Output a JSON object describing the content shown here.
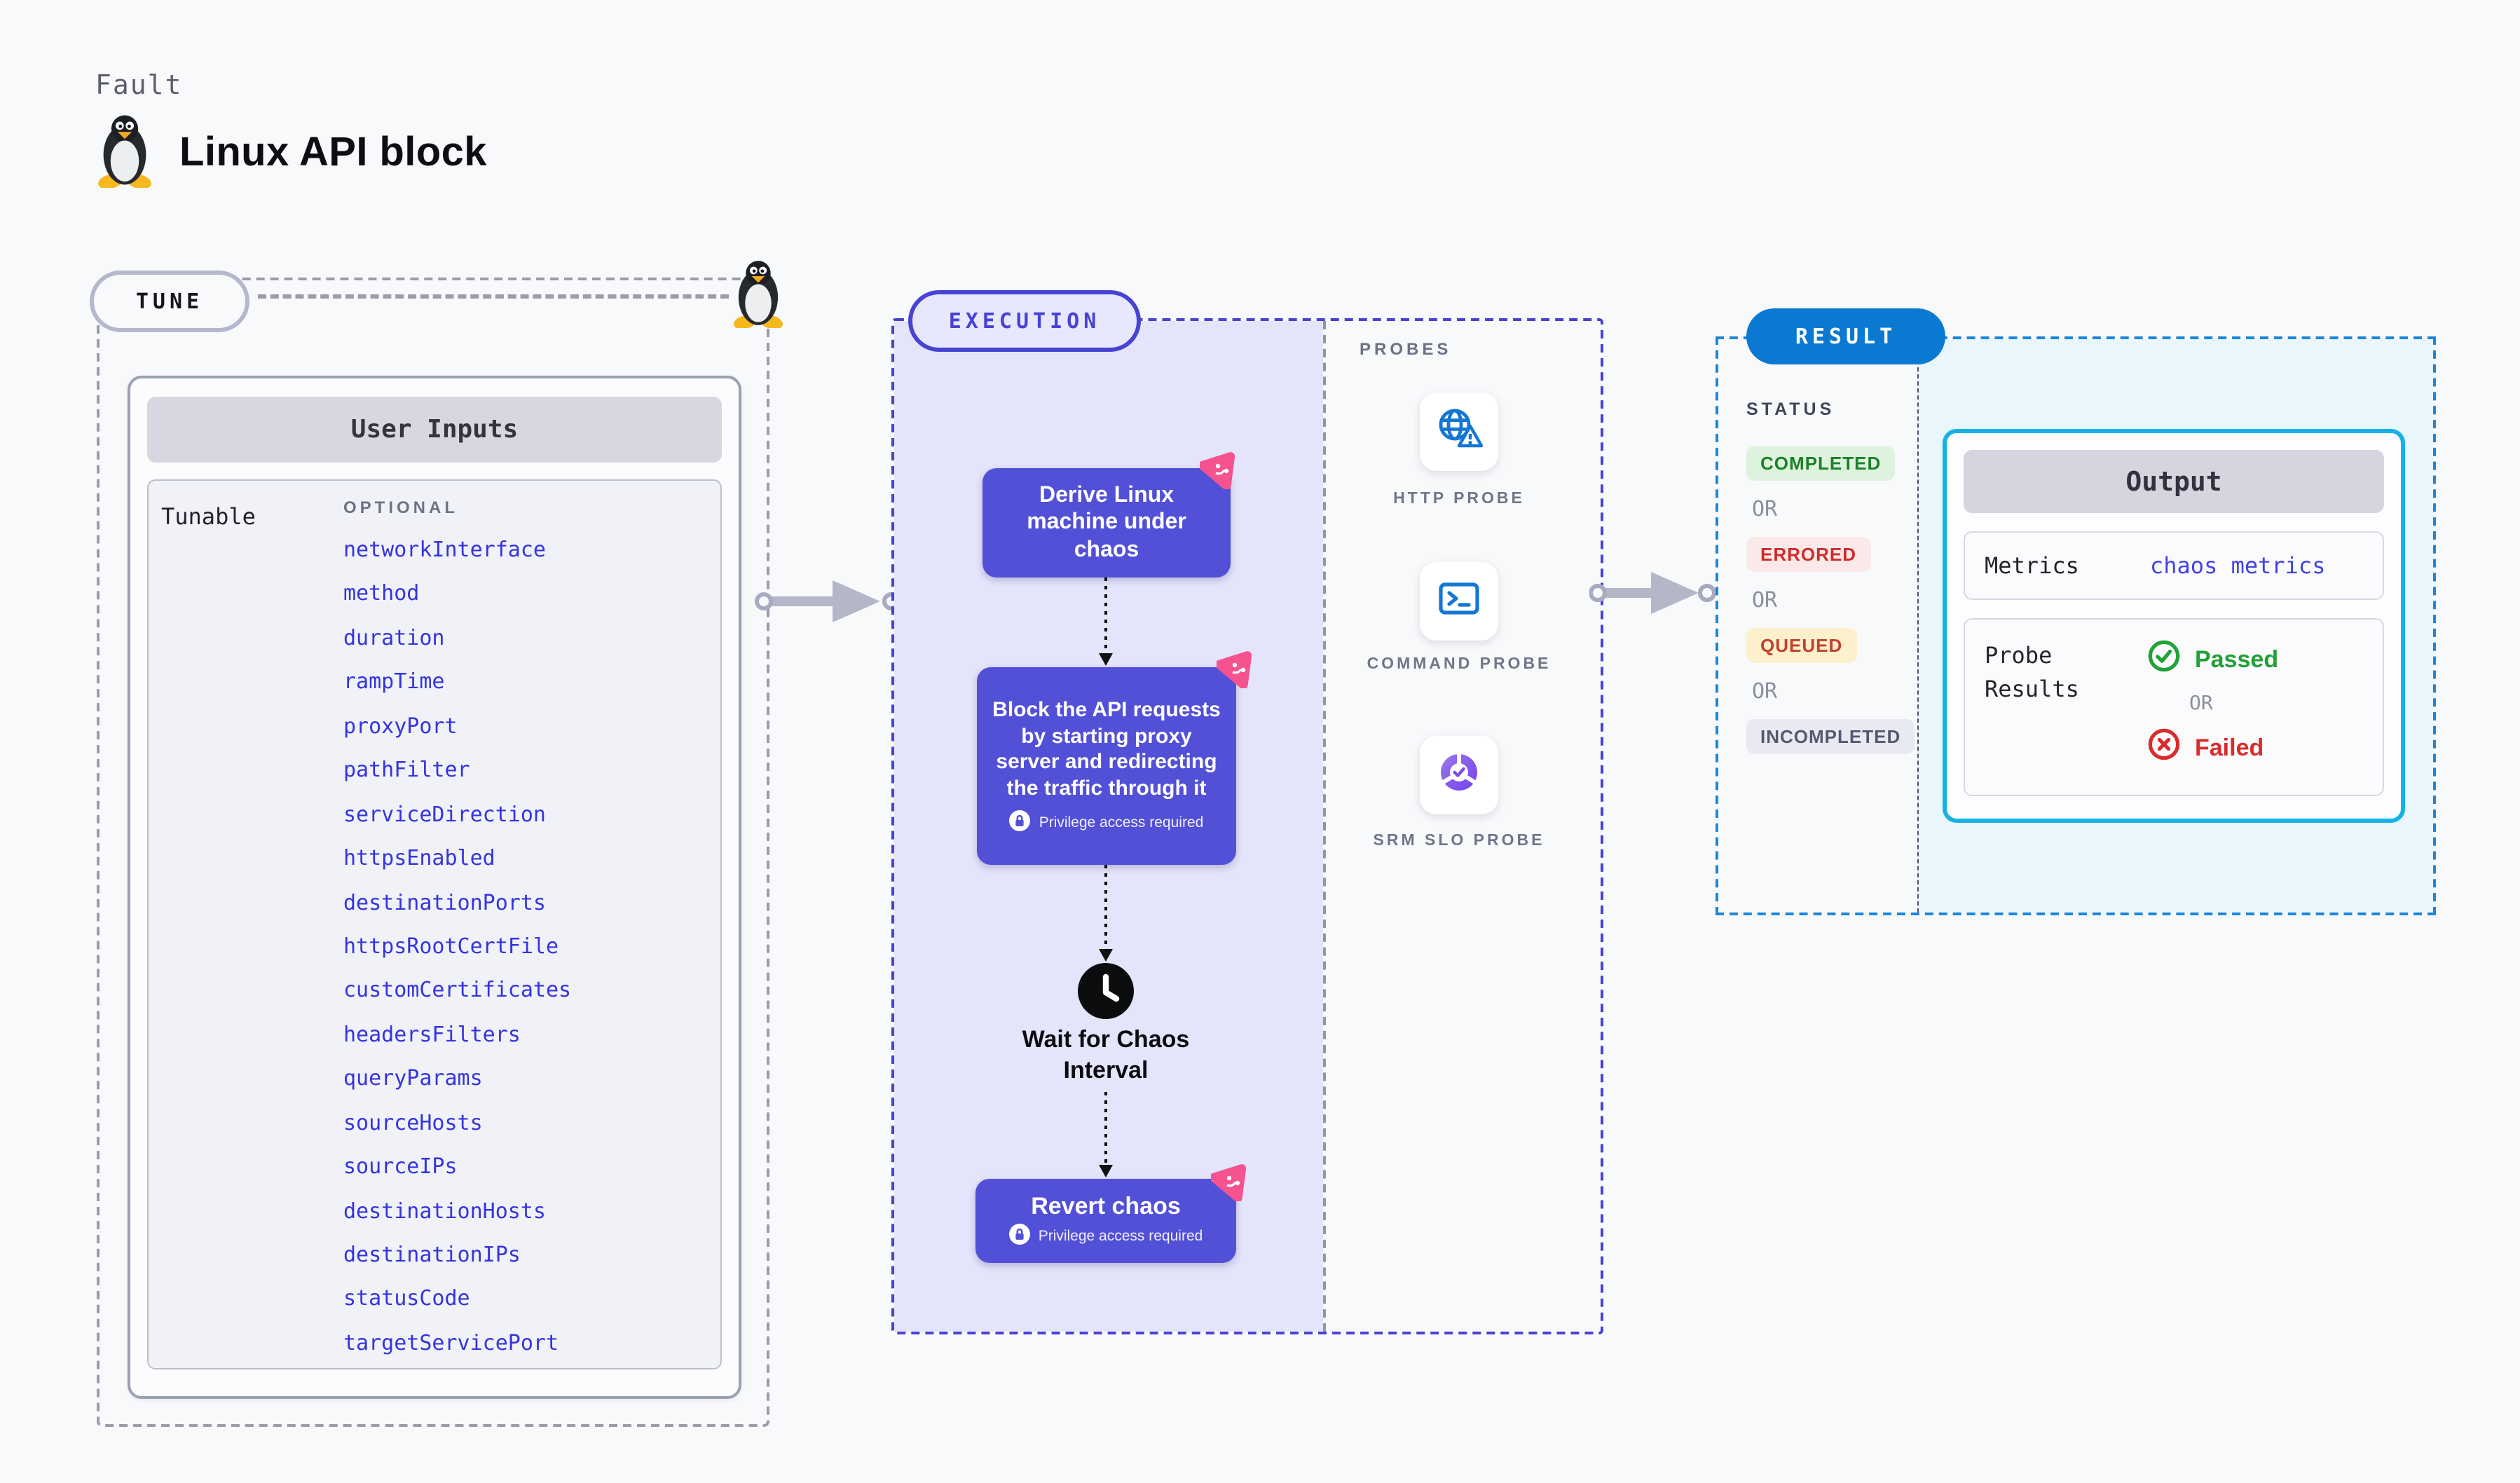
{
  "page": {
    "kicker": "Fault",
    "title": "Linux API block"
  },
  "tune": {
    "pill": "TUNE",
    "card_title": "User Inputs",
    "row_label": "Tunable",
    "row_tag": "OPTIONAL",
    "params": [
      "networkInterface",
      "method",
      "duration",
      "rampTime",
      "proxyPort",
      "pathFilter",
      "serviceDirection",
      "httpsEnabled",
      "destinationPorts",
      "httpsRootCertFile",
      "customCertificates",
      "headersFilters",
      "queryParams",
      "sourceHosts",
      "sourceIPs",
      "destinationHosts",
      "destinationIPs",
      "statusCode",
      "targetServicePort"
    ]
  },
  "execution": {
    "pill": "EXECUTION",
    "steps": [
      "Derive Linux machine under chaos",
      "Block the API requests by starting proxy server and redirecting the traffic through it",
      "Wait for Chaos Interval",
      "Revert chaos"
    ],
    "privilege_label": "Privilege access required"
  },
  "probes": {
    "heading": "PROBES",
    "items": [
      {
        "label": "HTTP PROBE",
        "icon": "globe-alert-icon"
      },
      {
        "label": "COMMAND PROBE",
        "icon": "terminal-icon"
      },
      {
        "label": "SRM SLO PROBE",
        "icon": "slo-donut-check-icon"
      }
    ]
  },
  "result": {
    "pill": "RESULT",
    "status_heading": "STATUS",
    "or_label": "OR",
    "statuses": [
      {
        "label": "COMPLETED",
        "bg": "#def3de",
        "color": "#1c8128"
      },
      {
        "label": "ERRORED",
        "bg": "#fbe9e9",
        "color": "#cf2b2b"
      },
      {
        "label": "QUEUED",
        "bg": "#fcf0cd",
        "color": "#c2402e"
      },
      {
        "label": "INCOMPLETED",
        "bg": "#e9e9f2",
        "color": "#565870"
      }
    ],
    "output": {
      "title": "Output",
      "metrics_label": "Metrics",
      "metrics_value": "chaos metrics",
      "probe_results_label": "Probe Results",
      "passed_label": "Passed",
      "failed_label": "Failed"
    }
  },
  "icons": {
    "fault": "tux-penguin-icon",
    "step_corner": "chaos-pink-badge-icon",
    "privilege": "lock-icon",
    "wait": "clock-icon",
    "flow": "flow-arrow-icon",
    "passed": "check-circle-icon",
    "failed": "x-circle-icon"
  },
  "colors": {
    "page_bg": "#f8f9fb",
    "accent_indigo": "#4743d3",
    "flow_box": "#5250d7",
    "execution_bg": "#e4e4fb",
    "result_pill_blue": "#0b79d2",
    "result_dash_blue": "#1d86da",
    "output_border_cyan": "#16b2e4",
    "output_bg_cyan": "#e9f6fc",
    "param_blue": "#3434de",
    "chaos_pink": "#f4538f",
    "probe_icon_blue": "#1377d3",
    "passed_green": "#21a136",
    "failed_red": "#d92c2c"
  }
}
